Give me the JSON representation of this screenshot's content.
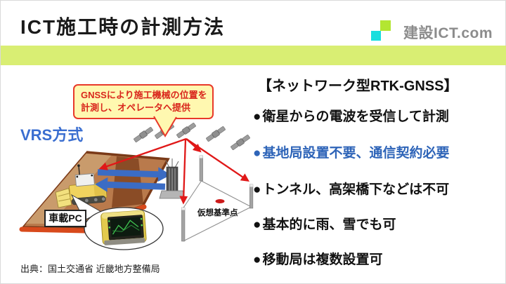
{
  "header": {
    "title": "ICT施工時の計測方法",
    "logo": {
      "text": "建設ICT.com",
      "text_color": "#8c8c8c",
      "square_green_color": "#b3e632",
      "square_cyan_color": "#18dede"
    },
    "accent_bar_color": "#d9ee73"
  },
  "diagram": {
    "method_label": "VRS方式",
    "method_label_color": "#3a6ed0",
    "callout": {
      "line1": "GNSSにより施工機械の位置を",
      "line2": "計測し、オペレータへ提供",
      "bg_color": "#fff8b0",
      "border_color": "#e8392a",
      "text_color": "#d9261c"
    },
    "vehicle_pc_label": "車載PC",
    "virtual_ref_label": "仮想基準点"
  },
  "right_panel": {
    "heading": "【ネットワーク型RTK-GNSS】",
    "bullet_char": "●",
    "bullets": [
      {
        "text": "衛星からの電波を受信して計測",
        "color": "#111111"
      },
      {
        "text": "基地局設置不要、通信契約必要",
        "color": "#2e64b8"
      },
      {
        "text": "トンネル、高架橋下などは不可",
        "color": "#111111"
      },
      {
        "text": "基本的に雨、雪でも可",
        "color": "#111111"
      },
      {
        "text": "移動局は複数設置可",
        "color": "#111111"
      }
    ]
  },
  "footer": {
    "source": "出典：国土交通省 近畿地方整備局"
  }
}
